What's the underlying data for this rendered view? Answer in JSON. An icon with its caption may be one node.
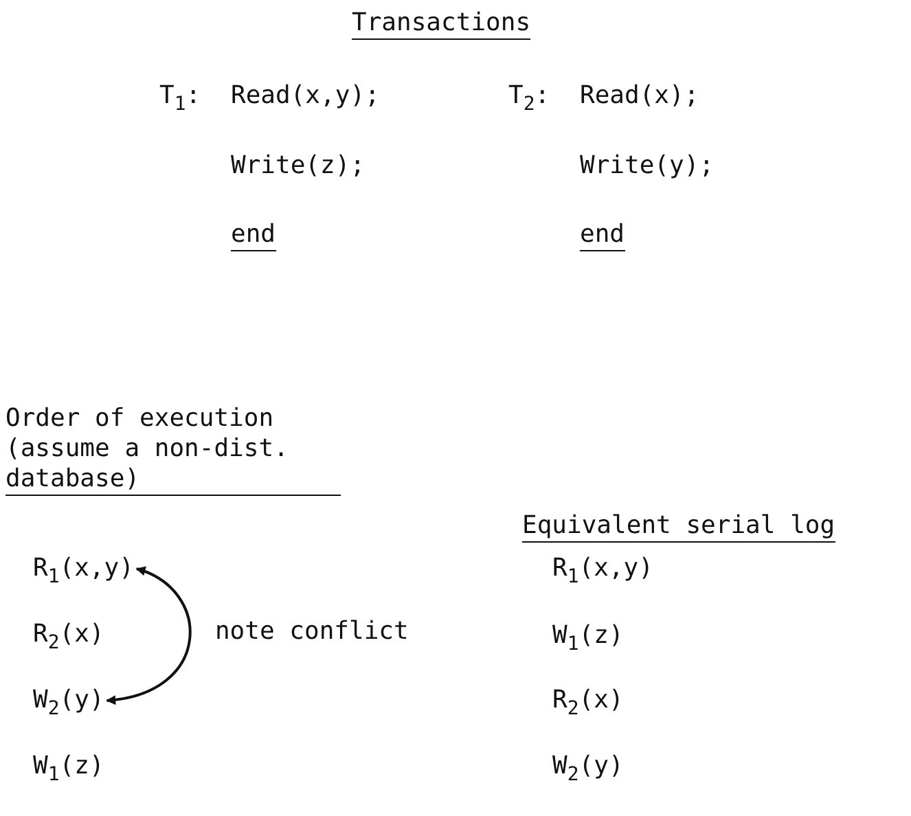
{
  "diagram": {
    "nodes": [
      {
        "text": [
          "R$_{1}$(x,y)"
        ]
      },
      {
        "text": [
          "W$_{2}$(y)"
        ]
      }
    ],
    "edges": [
      {
        "from": 0,
        "to": 1,
        "arrow": "both",
        "label": "note conflict"
      }
    ],
    "labels": [
      "Transactions",
      "T$_{1}$:",
      "Read(x,y);",
      "Write(z);",
      "end",
      "T$_{2}$:",
      "Read(x);",
      "Write(y);",
      "end",
      "Order of execution (assume a non-dist. database)",
      "R$_{2}$(x)",
      "W$_{1}$(z)",
      "Equivalent serial log",
      "R$_{1}$(x,y)",
      "W$_{1}$(z)",
      "R$_{2}$(x)",
      "W$_{2}$(y)"
    ]
  }
}
